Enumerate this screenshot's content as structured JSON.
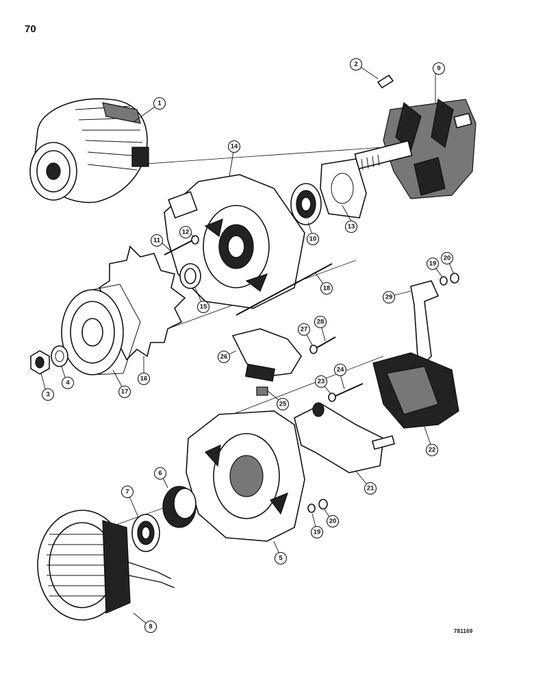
{
  "page": {
    "number": "70",
    "figure_code": "781169"
  },
  "callouts": [
    "1",
    "2",
    "3",
    "4",
    "5",
    "6",
    "7",
    "8",
    "9",
    "10",
    "11",
    "12",
    "13",
    "14",
    "15",
    "16",
    "17",
    "18",
    "19",
    "19",
    "20",
    "20",
    "21",
    "22",
    "23",
    "24",
    "25",
    "26",
    "27",
    "28",
    "29"
  ]
}
